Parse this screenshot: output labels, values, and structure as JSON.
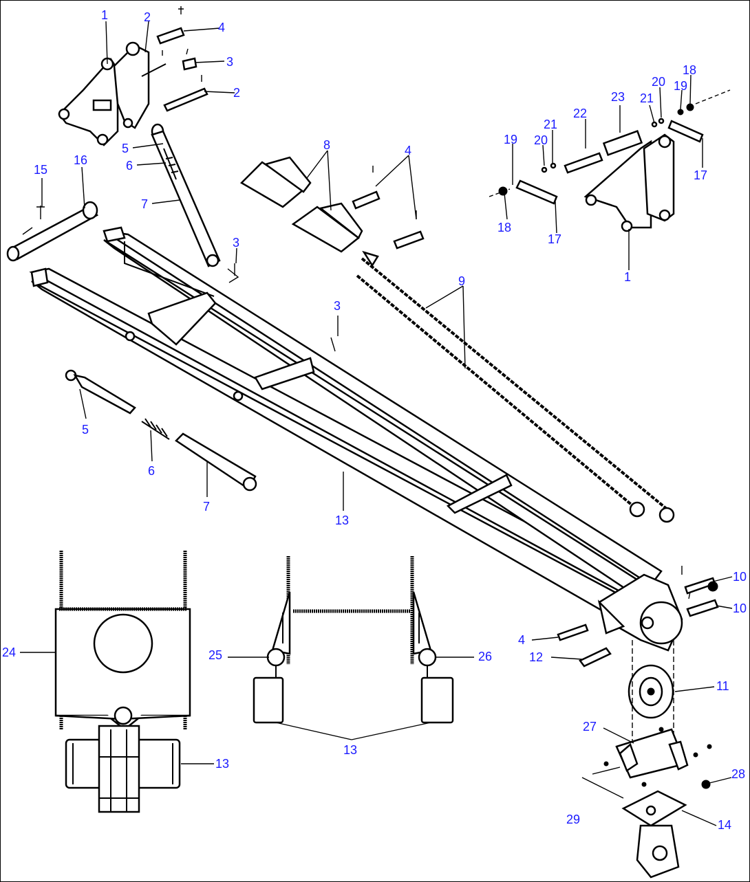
{
  "callouts": {
    "c1a": "1",
    "c2a": "2",
    "c4a": "4",
    "c3a": "3",
    "c2b": "2",
    "c5a": "5",
    "c6a": "6",
    "c7a": "7",
    "c15": "15",
    "c16": "16",
    "c3b": "3",
    "c8": "8",
    "c4b": "4",
    "c9": "9",
    "c3c": "3",
    "c23": "23",
    "c22": "22",
    "c21a": "21",
    "c20a": "20",
    "c19a": "19",
    "c18a": "18",
    "c20b": "20",
    "c21b": "21",
    "c19b": "19",
    "c18b": "18",
    "c17a": "17",
    "c17b": "17",
    "c1b": "1",
    "c5b": "5",
    "c6b": "6",
    "c7b": "7",
    "c13a": "13",
    "c10a": "10",
    "c10b": "10",
    "c4c": "4",
    "c12": "12",
    "c11": "11",
    "c24": "24",
    "c25": "25",
    "c26": "26",
    "c13b": "13",
    "c13c": "13",
    "c27": "27",
    "c28": "28",
    "c29": "29",
    "c14": "14"
  },
  "colors": {
    "callout": "#1a1aff",
    "line": "#000000",
    "background": "#ffffff"
  }
}
